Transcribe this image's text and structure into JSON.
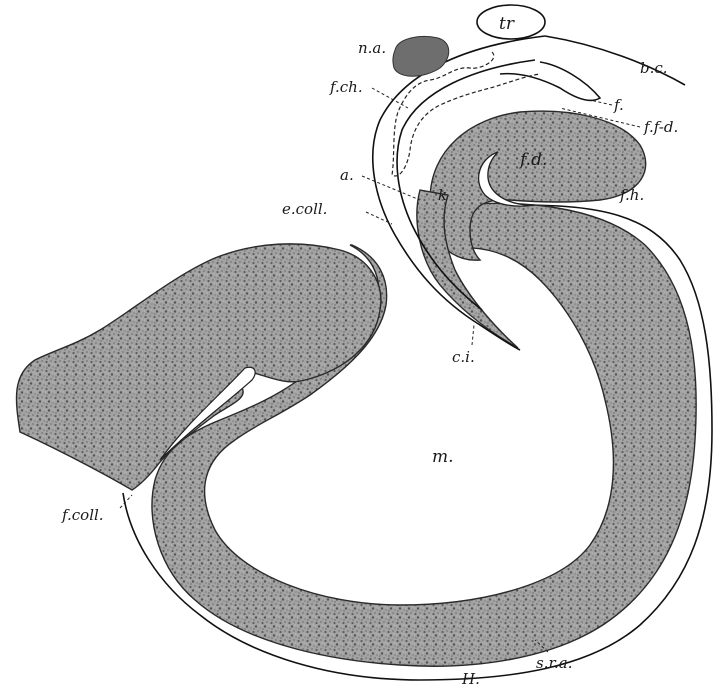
{
  "figure": {
    "labels": {
      "tr": "tr",
      "na": "n.a.",
      "bc": "b.c.",
      "fch": "f.ch.",
      "f": "f.",
      "ffd": "f.f-d.",
      "fd": "f.d.",
      "a": "a.",
      "k": "k",
      "ecoll": "e.coll.",
      "fh": "f.h.",
      "ci": "c.i.",
      "m": "m.",
      "fcoll": "f.coll.",
      "sra": "s.r.a.",
      "H": "H."
    },
    "colors": {
      "ink": "#1a1a1a",
      "tissue": "#9a9a9a",
      "tissue_dark": "#6f6f6f",
      "background": "#ffffff"
    }
  }
}
